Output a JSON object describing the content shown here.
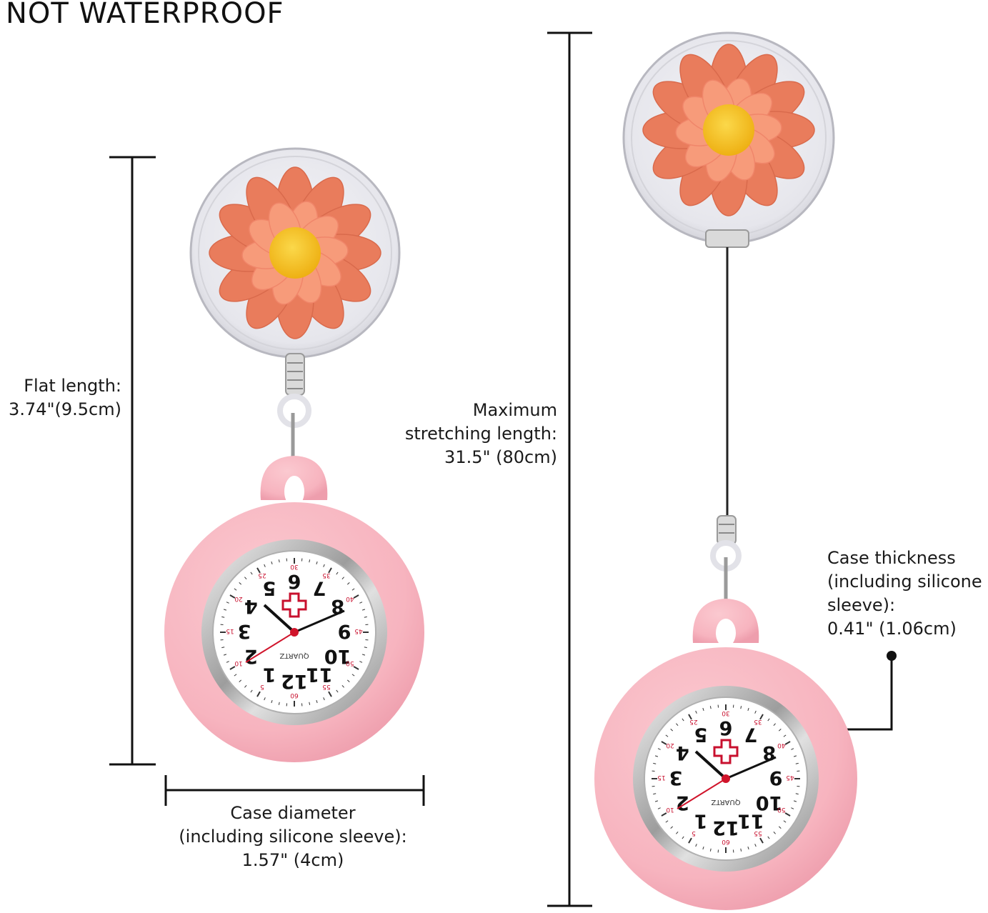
{
  "heading": "NOT WATERPROOF",
  "flat_length": {
    "line1": "Flat length:",
    "line2": "3.74\"(9.5cm)"
  },
  "max_length": {
    "line1": "Maximum",
    "line2": "stretching length:",
    "line3": "31.5\" (80cm)"
  },
  "case_thickness": {
    "line1": "Case thickness",
    "line2": "(including silicone",
    "line3": "sleeve):",
    "line4": "0.41\" (1.06cm)"
  },
  "case_diameter": {
    "line1": "Case diameter",
    "line2": "(including silicone sleeve):",
    "line3": "1.57\" (4cm)"
  },
  "dial": {
    "hour_numerals": [
      "12",
      "1",
      "2",
      "3",
      "4",
      "5",
      "6",
      "7",
      "8",
      "9",
      "10",
      "11"
    ],
    "brand": "QUARTZ",
    "minute_marks": [
      "5",
      "10",
      "15",
      "20",
      "25",
      "30",
      "35",
      "40",
      "45",
      "50",
      "55",
      "60"
    ]
  },
  "colors": {
    "silicone": "#f7b7c1",
    "silicone_shade": "#ef9fad",
    "petal": "#f79b7a",
    "petal_edge": "#e97c5c",
    "flower_center": "#f7c21e",
    "second_hand": "#d0142b",
    "cross": "#c8102e"
  }
}
